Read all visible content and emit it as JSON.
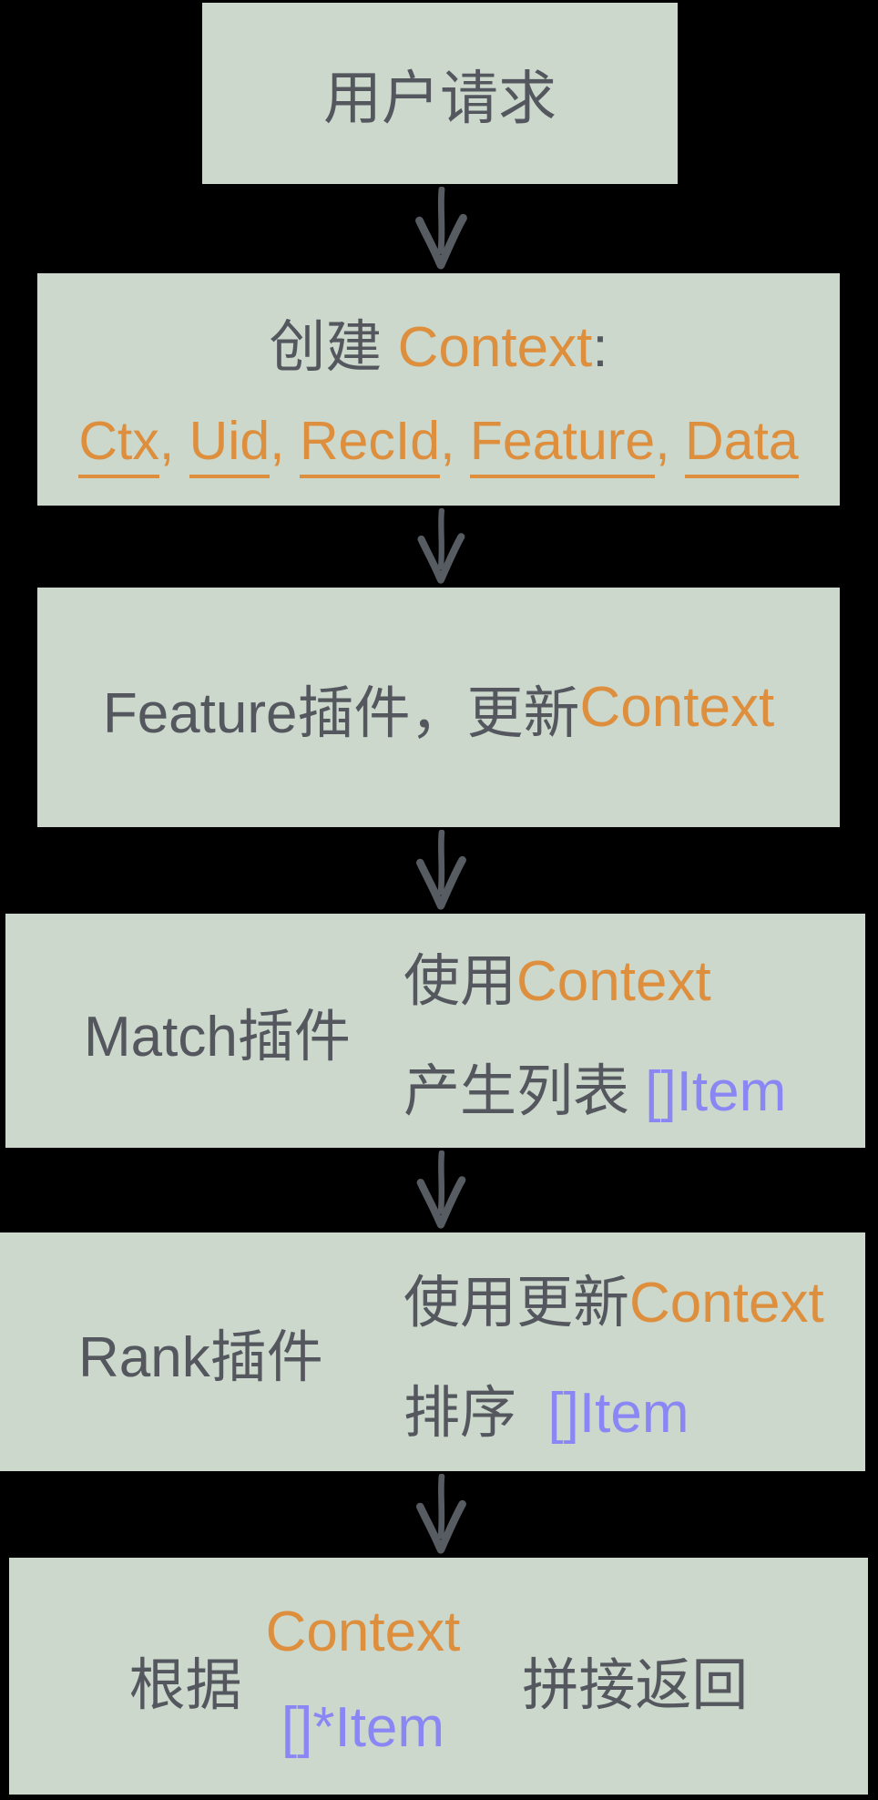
{
  "colors": {
    "page_bg": "#000000",
    "box_fill": "#ccd8cc",
    "text_dark": "#54575e",
    "accent_orange": "#dd8f3e",
    "accent_purple": "#8a87f5",
    "arrow": "#575c63"
  },
  "flow": {
    "box1": {
      "text": "用户请求"
    },
    "box2": {
      "line1_prefix": "创建 ",
      "line1_accent": "Context",
      "line1_suffix": ":",
      "items": [
        "Ctx",
        "Uid",
        "RecId",
        "Feature",
        "Data"
      ],
      "sep": ", "
    },
    "box3": {
      "prefix": "Feature插件，更新",
      "accent": "Context"
    },
    "box4": {
      "label": "Match插件",
      "line1_prefix": "使用",
      "line1_accent": "Context",
      "line2_prefix": "产生列表 ",
      "line2_accent": "[]Item"
    },
    "box5": {
      "label": "Rank插件",
      "line1_prefix": "使用更新",
      "line1_accent": "Context",
      "line2_prefix": "排序  ",
      "line2_accent": "[]Item"
    },
    "box6": {
      "left": "根据",
      "center_top": "Context",
      "center_bottom": "[]*Item",
      "right": "拼接返回"
    }
  }
}
